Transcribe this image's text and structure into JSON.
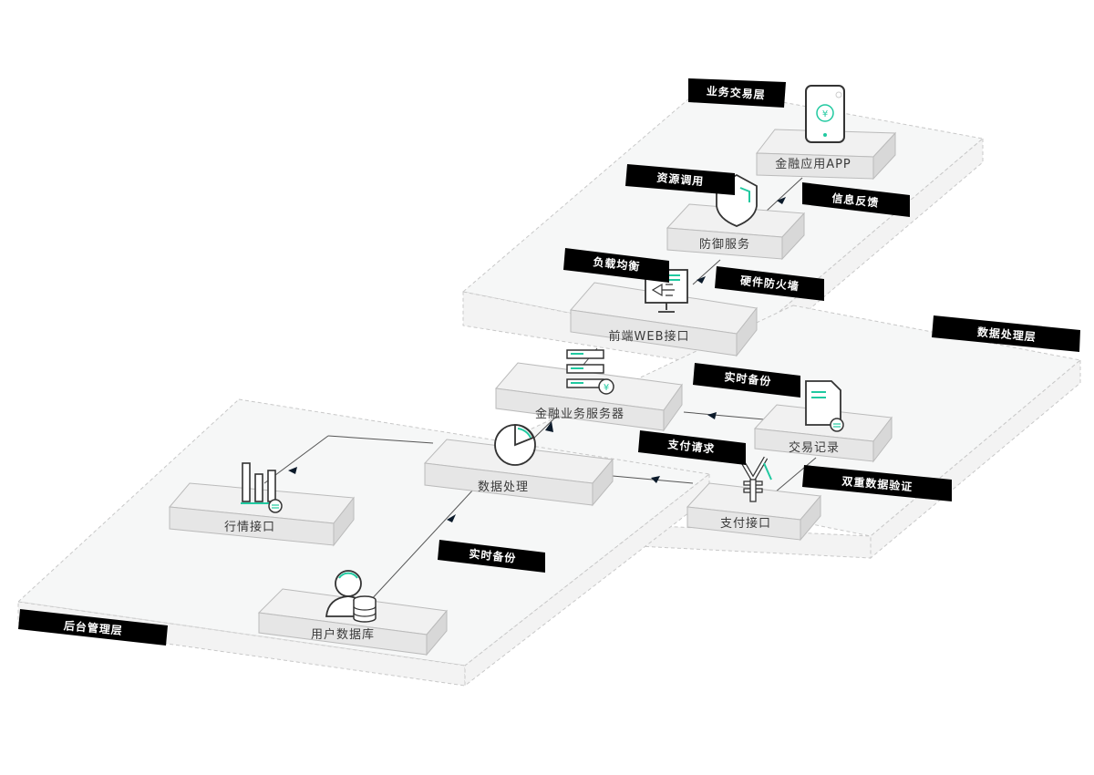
{
  "colors": {
    "accent": "#20c9a0",
    "tag_bg": "#000000",
    "node_top": "#efefef",
    "node_side": "#dddddd",
    "layer_fill": "#f6f7f7",
    "line": "#555555"
  },
  "layers": {
    "business": "业务交易层",
    "data": "数据处理层",
    "backend": "后台管理层"
  },
  "nodes": {
    "app": {
      "label": "金融应用APP",
      "icon": "phone-icon"
    },
    "defense": {
      "label": "防御服务",
      "icon": "shield-icon"
    },
    "web": {
      "label": "前端WEB接口",
      "icon": "monitor-icon"
    },
    "server": {
      "label": "金融业务服务器",
      "icon": "server-icon"
    },
    "record": {
      "label": "交易记录",
      "icon": "document-icon"
    },
    "data_proc": {
      "label": "数据处理",
      "icon": "pie-chart-icon"
    },
    "market": {
      "label": "行情接口",
      "icon": "bar-chart-icon"
    },
    "payment": {
      "label": "支付接口",
      "icon": "yen-icon"
    },
    "userdb": {
      "label": "用户数据库",
      "icon": "user-database-icon"
    }
  },
  "tags": {
    "resource": "资源调用",
    "feedback": "信息反馈",
    "loadbal": "负载均衡",
    "firewall": "硬件防火墙",
    "backup1": "实时备份",
    "payreq": "支付请求",
    "dualverify": "双重数据验证",
    "backup2": "实时备份"
  }
}
